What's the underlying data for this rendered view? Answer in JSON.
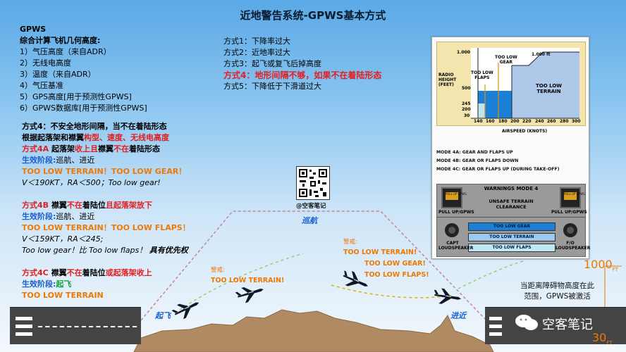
{
  "title": "近地警告系统-GPWS基本方式",
  "left_top": {
    "heading": "GPWS",
    "subheading": "综合计算飞机几何高度:",
    "items": [
      "1）气压高度（来自ADR）",
      "2）无线电高度",
      "3）温度（来自ADR）",
      "4）气压基准",
      "5）GPS高度[用于预测性GPWS]",
      "6）GPWS数据库[用于预测性GPWS]"
    ]
  },
  "modes_list": [
    "方式1：下降率过大",
    "方式2：近地率过大",
    "方式3：起飞或复飞后掉高度",
    "方式4：地形间隔不够，如果不在着陆形态",
    "方式5：下降低于下滑道过大"
  ],
  "mode4": {
    "l1": "方式4：不安全地形间隔，当不在着陆形态",
    "l2a": "根据起落架和襟翼",
    "l2b": "构型、速度、无线电高度",
    "m4a_tag": "方式4A",
    "m4a_text_a": "起落架",
    "m4a_text_b": "收上且",
    "m4a_text_c": "襟翼",
    "m4a_text_d": "不在",
    "m4a_text_e": "着陆形态",
    "m4a_phase_label": "生效阶段:",
    "m4a_phase": "巡航、进近",
    "m4a_warn": "TOO LOW TERRAIN！TOO LOW GEAR！",
    "m4a_cond": "V＜190KT，RA＜500；Too low gear!",
    "m4b_tag": "方式4B",
    "m4b_text_a": "襟翼",
    "m4b_text_b": "不在",
    "m4b_text_c": "着陆位",
    "m4b_text_d": "且起落架放下",
    "m4b_phase_label": "生效阶段:",
    "m4b_phase": "巡航、进近",
    "m4b_warn": "TOO LOW TERRAIN！TOO LOW FLAPS！",
    "m4b_cond1": "V＜159KT，RA＜245;",
    "m4b_cond2a": "Too low gear！比 Too low flaps！",
    "m4b_cond2b": "具有优先权",
    "m4c_tag": "方式4C",
    "m4c_text_a": "襟翼",
    "m4c_text_b": "不在",
    "m4c_text_c": "着陆位",
    "m4c_text_d": "或起落架收上",
    "m4c_phase_label": "生效阶段:",
    "m4c_phase": "起飞",
    "m4c_warn": "TOO LOW TERRAIN"
  },
  "scene": {
    "qr_caption": "@空客笔记",
    "cruise": "巡航",
    "takeoff": "起飞",
    "approach": "进近",
    "warn1_label": "警戒:",
    "warn1_text": "TOO LOW TERRAIN!",
    "warn2_label": "警戒:",
    "warn2_l1": "TOO LOW TERRAIN!",
    "warn2_l2": "TOO LOW GEAR!",
    "warn2_l3": "TOO LOW FLAPS!",
    "alt_top": "1000",
    "alt_top_unit": "FT",
    "alt_bottom": "30",
    "alt_bottom_unit": "FT",
    "note_l1": "当距离障碍物高度在此",
    "note_l2": "范围，GPWS被激活",
    "brand": "空客笔记"
  },
  "panel": {
    "graph": {
      "y_label_l1": "RADIO",
      "y_label_l2": "HEIGHT",
      "y_label_l3": "(FEET)",
      "y_ticks": [
        "1.000",
        "500",
        "245",
        "200",
        "30"
      ],
      "x_ticks": [
        "140",
        "160",
        "180",
        "200",
        "220",
        "240",
        "260",
        "280",
        "300"
      ],
      "x_label": "AIRSPEED (KNOTS)",
      "lbl_gear_l1": "TOO LOW",
      "lbl_gear_l2": "GEAR",
      "lbl_flaps_l1": "TOO LOW",
      "lbl_flaps_l2": "FLAPS",
      "lbl_1000": "1.000 ft",
      "lbl_terrain_l1": "TOO LOW",
      "lbl_terrain_l2": "TERRAIN"
    },
    "modes": [
      "MODE 4A: GEAR AND FLAPS UP",
      "MODE 4B: GEAR OR FLAPS DOWN",
      "MODE 4C: GEAR OR FLAPS UP (DURING TAKE-OFF)"
    ],
    "warnings_title": "WARNINGS MODE 4",
    "unsafe_l1": "UNSAFE TERRAIN",
    "unsafe_l2": "CLEARANCE",
    "pull_up_left": "PULL UP/GPWS",
    "pull_up_right": "PULL UP/GPWS",
    "btn_text": "PULL UP GPWS",
    "capt_l1": "CAPT",
    "capt_l2": "LOUDSPEAKER",
    "fo_l1": "F/O",
    "fo_l2": "LOUDSPEAKER",
    "btn_gear": "TOO LOW GEAR",
    "btn_terrain": "TOO LOW TERRAIN",
    "btn_flaps": "TOO LOW FLAPS"
  },
  "colors": {
    "red": "#e02020",
    "blue": "#1a5fd0",
    "green": "#10a040",
    "orange": "#f07800",
    "graph_fill": "#f3e5ad",
    "graph_blue": "#1a7fd6"
  }
}
